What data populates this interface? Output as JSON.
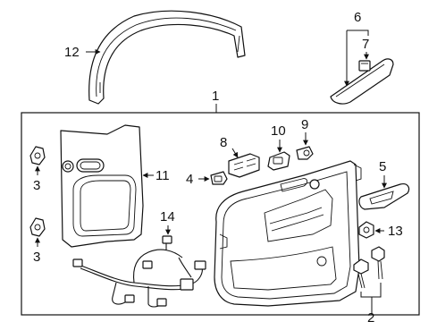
{
  "callouts": [
    {
      "id": "c1",
      "text": "1"
    },
    {
      "id": "c2",
      "text": "2"
    },
    {
      "id": "c3a",
      "text": "3"
    },
    {
      "id": "c3b",
      "text": "3"
    },
    {
      "id": "c4",
      "text": "4"
    },
    {
      "id": "c5",
      "text": "5"
    },
    {
      "id": "c6",
      "text": "6"
    },
    {
      "id": "c7",
      "text": "7"
    },
    {
      "id": "c8",
      "text": "8"
    },
    {
      "id": "c9",
      "text": "9"
    },
    {
      "id": "c10",
      "text": "10"
    },
    {
      "id": "c11",
      "text": "11"
    },
    {
      "id": "c12",
      "text": "12"
    },
    {
      "id": "c13",
      "text": "13"
    },
    {
      "id": "c14",
      "text": "14"
    }
  ],
  "colors": {
    "line": "#111111",
    "background": "#ffffff"
  }
}
